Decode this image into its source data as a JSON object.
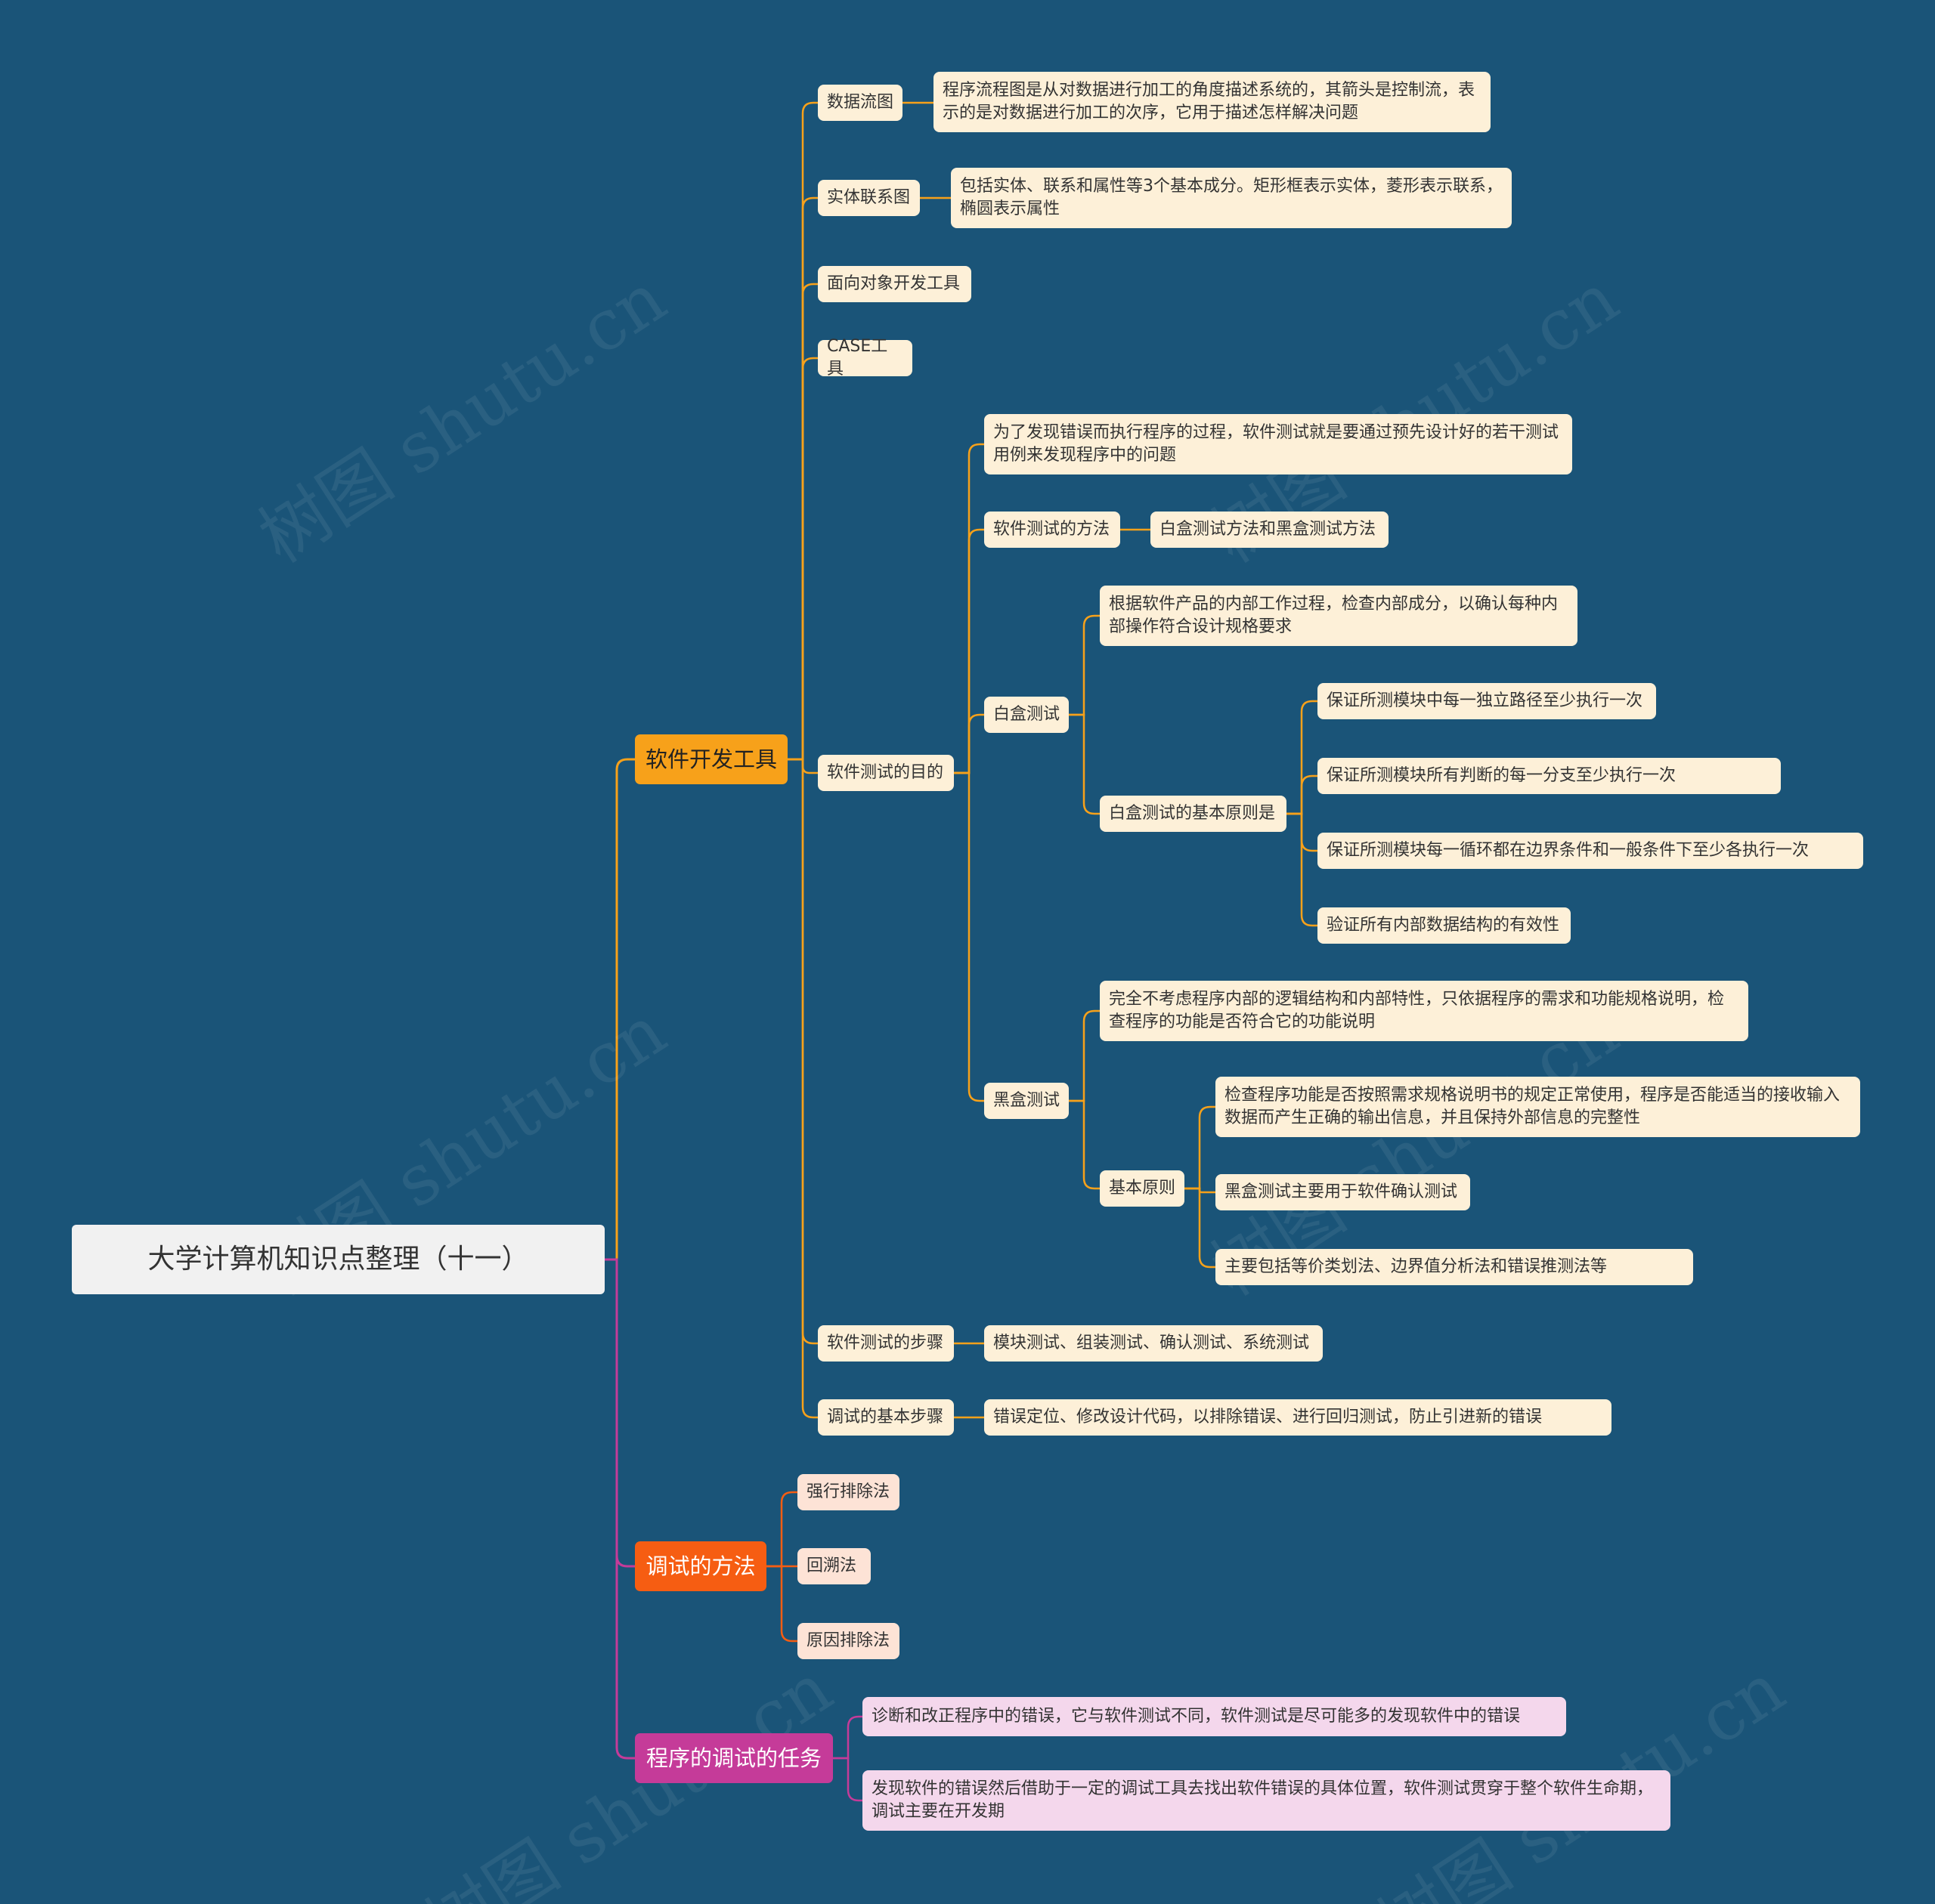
{
  "root": "大学计算机知识点整理（十一）",
  "watermark": "树图 shutu.cn",
  "colors": {
    "background": "#1a5478",
    "branch_tools": "#f7a11a",
    "branch_debug_method": "#f65d12",
    "branch_debug_task": "#c53b99"
  },
  "branches": {
    "tools": {
      "label": "软件开发工具",
      "dfd": {
        "label": "数据流图",
        "desc": "程序流程图是从对数据进行加工的角度描述系统的，其箭头是控制流，表示的是对数据进行加工的次序，它用于描述怎样解决问题"
      },
      "er": {
        "label": "实体联系图",
        "desc": "包括实体、联系和属性等3个基本成分。矩形框表示实体，菱形表示联系，椭圆表示属性"
      },
      "oo": {
        "label": "面向对象开发工具"
      },
      "case": {
        "label": "CASE工具"
      },
      "testing": {
        "label": "软件测试的目的",
        "purpose": "为了发现错误而执行程序的过程，软件测试就是要通过预先设计好的若干测试用例来发现程序中的问题",
        "methods": {
          "label": "软件测试的方法",
          "value": "白盒测试方法和黑盒测试方法"
        },
        "whitebox": {
          "label": "白盒测试",
          "desc": "根据软件产品的内部工作过程，检查内部成分，以确认每种内部操作符合设计规格要求",
          "principles": {
            "label": "白盒测试的基本原则是",
            "items": [
              "保证所测模块中每一独立路径至少执行一次",
              "保证所测模块所有判断的每一分支至少执行一次",
              "保证所测模块每一循环都在边界条件和一般条件下至少各执行一次",
              "验证所有内部数据结构的有效性"
            ]
          }
        },
        "blackbox": {
          "label": "黑盒测试",
          "desc": "完全不考虑程序内部的逻辑结构和内部特性，只依据程序的需求和功能规格说明，检查程序的功能是否符合它的功能说明",
          "principles": {
            "label": "基本原则",
            "items": [
              "检查程序功能是否按照需求规格说明书的规定正常使用，程序是否能适当的接收输入数据而产生正确的输出信息，并且保持外部信息的完整性",
              "黑盒测试主要用于软件确认测试",
              "主要包括等价类划法、边界值分析法和错误推测法等"
            ]
          }
        }
      },
      "steps": {
        "label": "软件测试的步骤",
        "value": "模块测试、组装测试、确认测试、系统测试"
      },
      "debug_steps": {
        "label": "调试的基本步骤",
        "value": "错误定位、修改设计代码，以排除错误、进行回归测试，防止引进新的错误"
      }
    },
    "debug_methods": {
      "label": "调试的方法",
      "items": [
        "强行排除法",
        "回溯法",
        "原因排除法"
      ]
    },
    "debug_task": {
      "label": "程序的调试的任务",
      "items": [
        "诊断和改正程序中的错误，它与软件测试不同，软件测试是尽可能多的发现软件中的错误",
        "发现软件的错误然后借助于一定的调试工具去找出软件错误的具体位置，软件测试贯穿于整个软件生命期，调试主要在开发期"
      ]
    }
  }
}
